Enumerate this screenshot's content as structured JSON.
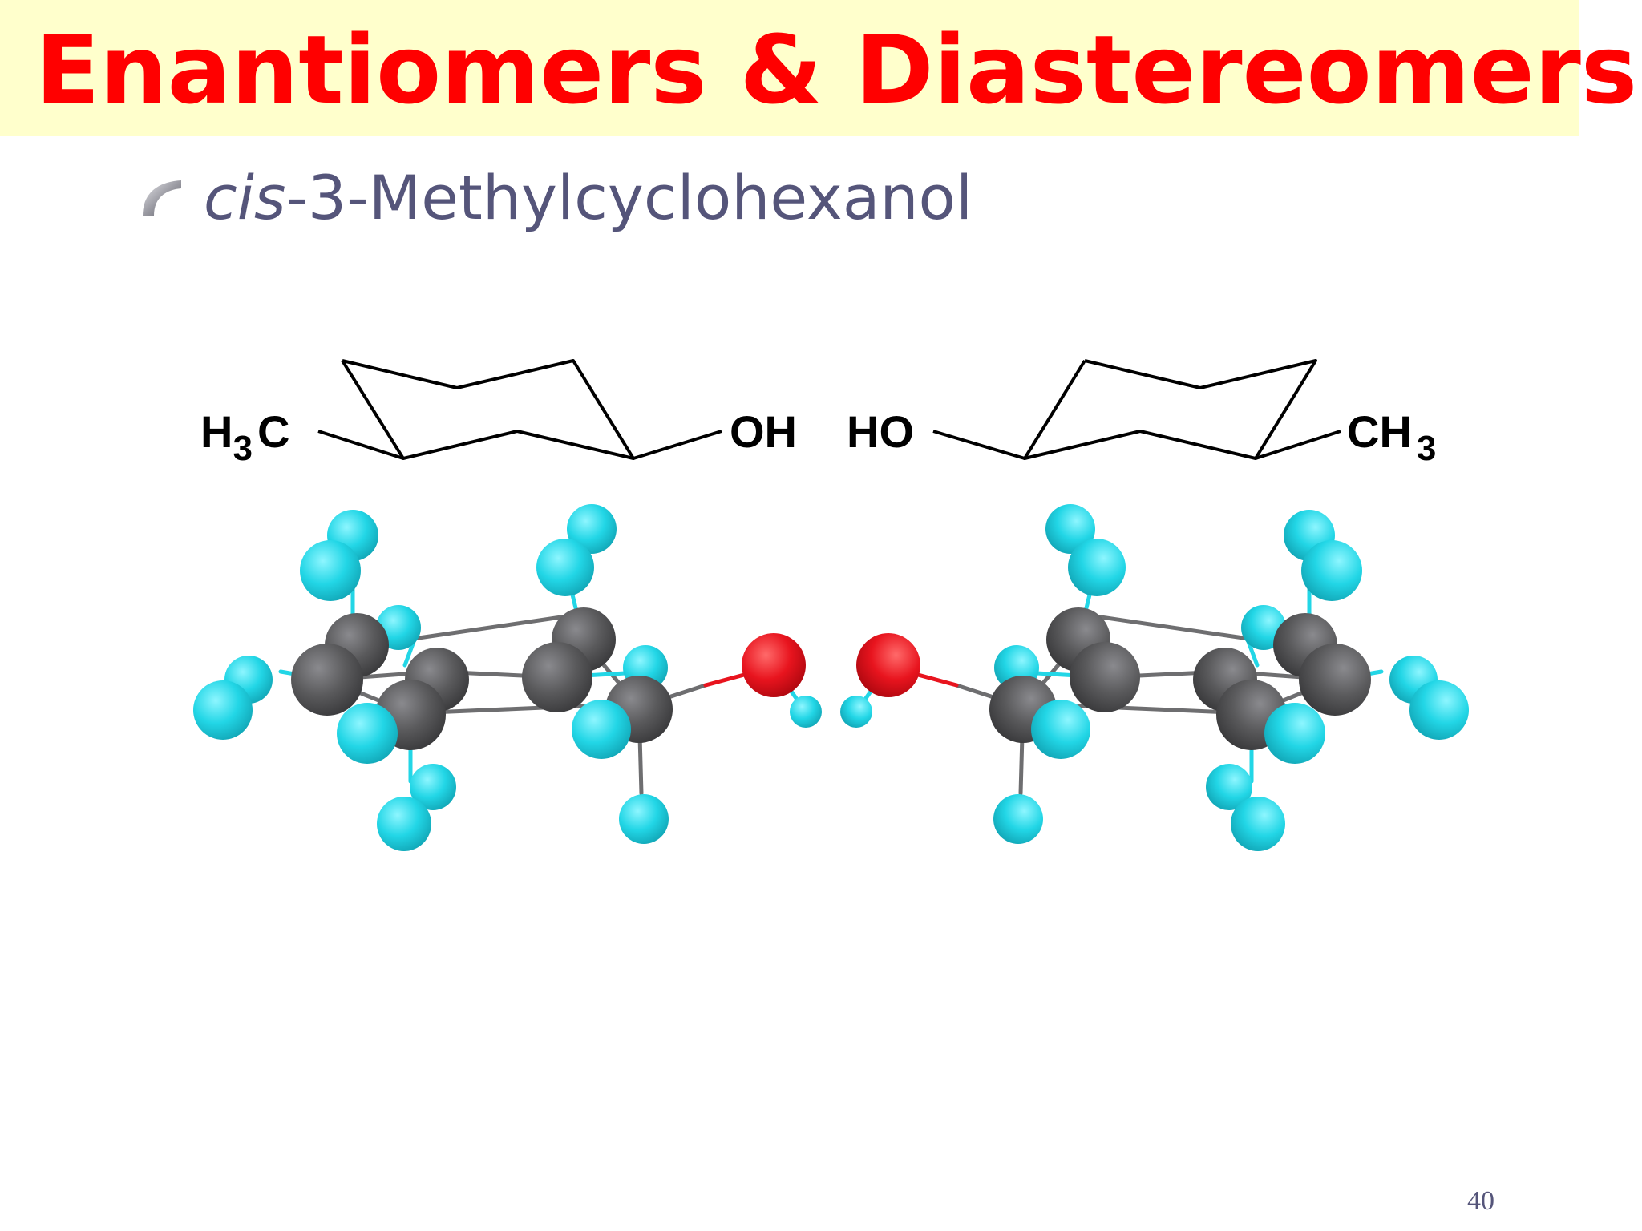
{
  "slide": {
    "title": "Enantiomers & Diastereomers",
    "bullet": {
      "prefix_italic": "cis",
      "rest": "-3-Methylcyclohexanol"
    },
    "page_number": "40"
  },
  "structures": {
    "left": {
      "label_left_main": "H",
      "label_left_sub": "3",
      "label_left_tail": "C",
      "label_right": "OH"
    },
    "right": {
      "label_left": "HO",
      "label_right_main": "CH",
      "label_right_sub": "3"
    }
  },
  "colors": {
    "title": "#ff0000",
    "title_band": "#ffffcc",
    "bullet_text": "#55557a",
    "carbon": "#5a5a5c",
    "hydrogen": "#22d6e6",
    "oxygen": "#e8141e"
  },
  "icons": {
    "bullet": "curved-bullet-icon"
  }
}
